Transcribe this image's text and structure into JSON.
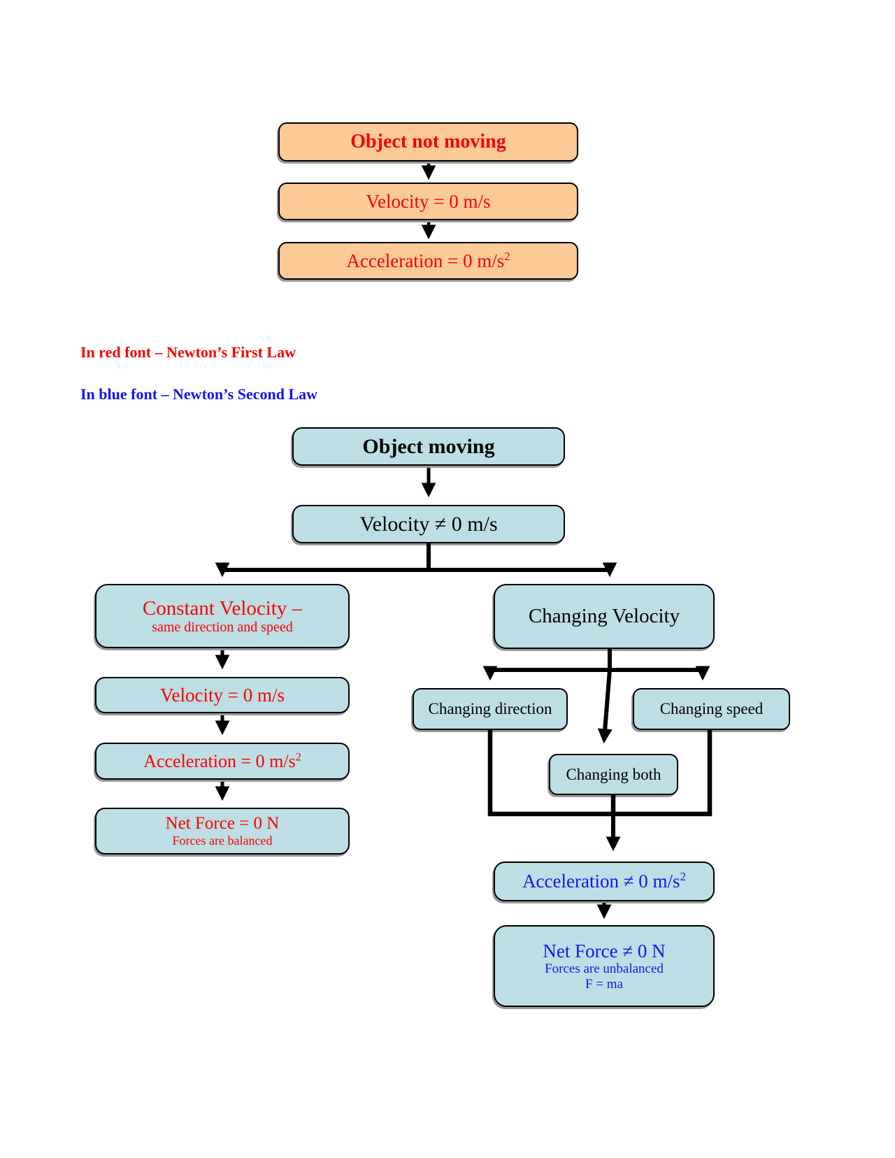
{
  "colors": {
    "orange_fill": "#FBCA96",
    "blue_fill": "#BDDEE4",
    "red": "#F80000",
    "blue": "#1414F0",
    "black": "#000000"
  },
  "top_chart": {
    "object_not_moving": "Object not moving",
    "velocity_zero": "Velocity = 0 m/s",
    "acceleration_zero_main": "Acceleration = 0 m/s",
    "acceleration_sup": "2"
  },
  "legend": {
    "red_note": "In red font – Newton’s First Law",
    "blue_note": "In blue font – Newton’s Second Law"
  },
  "bottom_chart": {
    "object_moving": "Object moving",
    "velocity_not_zero": "Velocity ≠ 0 m/s",
    "left_branch": {
      "constant_velocity_title": "Constant Velocity –",
      "constant_velocity_sub": "same direction and speed",
      "velocity_zero": "Velocity = 0 m/s",
      "acceleration_zero_main": "Acceleration = 0 m/s",
      "acceleration_sup": "2",
      "net_force_title": "Net Force = 0 N",
      "net_force_sub": "Forces are balanced"
    },
    "right_branch": {
      "changing_velocity": "Changing Velocity",
      "changing_direction": "Changing direction",
      "changing_speed": "Changing speed",
      "changing_both": "Changing both",
      "acceleration_not_zero_main": "Acceleration ≠ 0 m/s",
      "acceleration_sup": "2",
      "net_force_title": "Net Force ≠ 0 N",
      "net_force_sub": "Forces are unbalanced",
      "net_force_formula": "F = ma"
    }
  }
}
